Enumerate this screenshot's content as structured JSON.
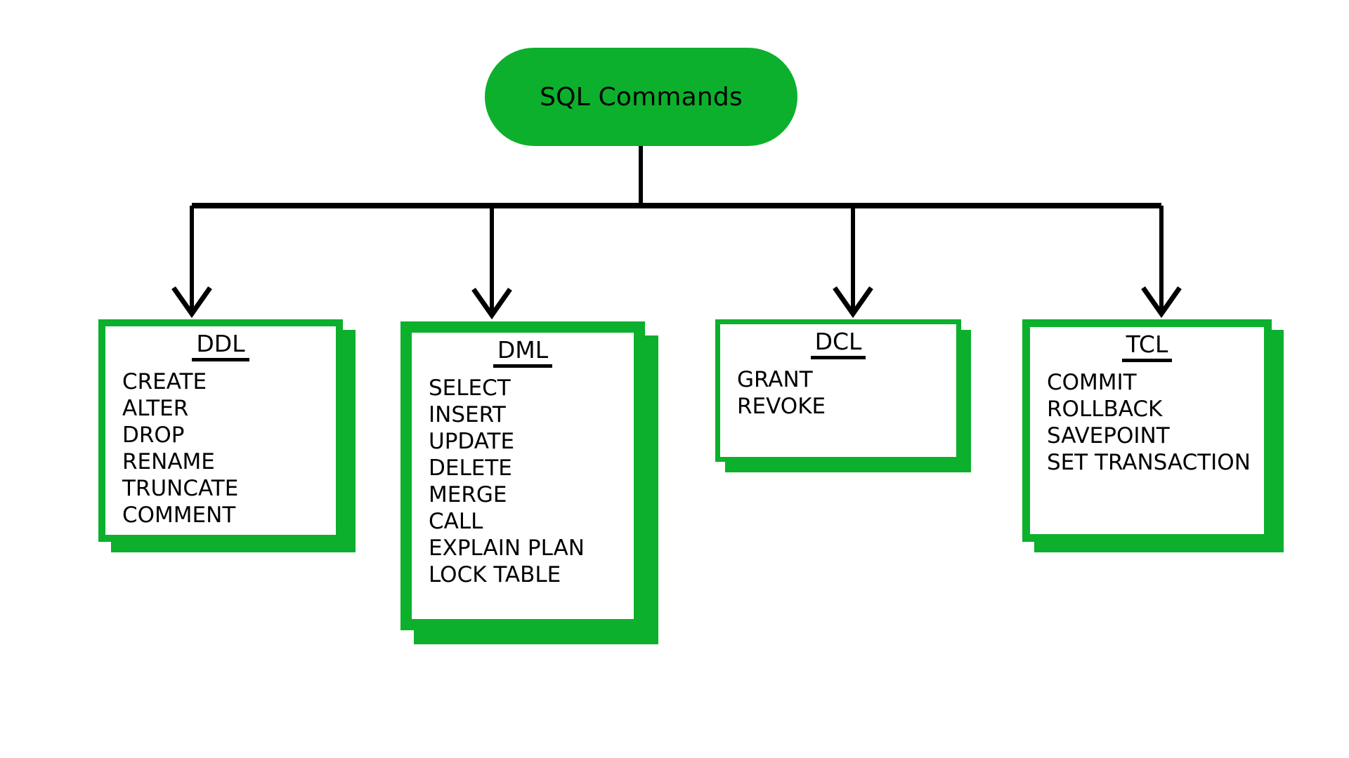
{
  "diagram": {
    "title": "SQL Commands",
    "colors": {
      "green": "#0CB02C",
      "line": "#000000",
      "box_fill": "#FFFFFF",
      "text": "#000000",
      "background": "#FFFFFF"
    },
    "root": {
      "label": "SQL Commands",
      "shape": "rounded-pill"
    },
    "branches": [
      {
        "id": "ddl",
        "title": "DDL",
        "items": [
          "CREATE",
          "ALTER",
          "DROP",
          "RENAME",
          "TRUNCATE",
          "COMMENT"
        ]
      },
      {
        "id": "dml",
        "title": "DML",
        "items": [
          "SELECT",
          "INSERT",
          "UPDATE",
          "DELETE",
          "MERGE",
          "CALL",
          "EXPLAIN PLAN",
          "LOCK TABLE"
        ]
      },
      {
        "id": "dcl",
        "title": "DCL",
        "items": [
          "GRANT",
          "REVOKE"
        ]
      },
      {
        "id": "tcl",
        "title": "TCL",
        "items": [
          "COMMIT",
          "ROLLBACK",
          "SAVEPOINT",
          "SET TRANSACTION"
        ]
      }
    ]
  }
}
